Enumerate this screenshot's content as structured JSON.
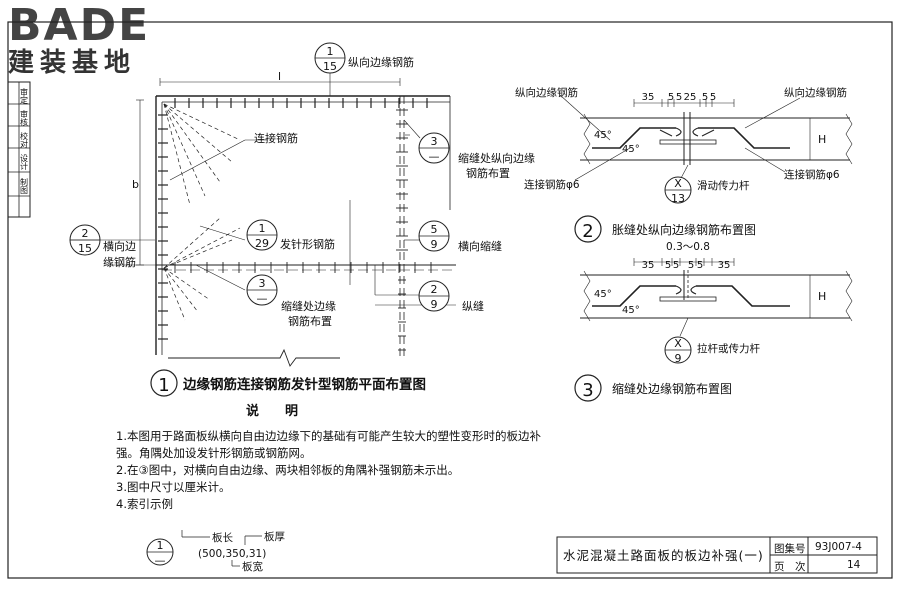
{
  "logo": {
    "text_latin": "BADE",
    "text_cn": "建装基地"
  },
  "left_strip": {
    "rows": [
      "审定",
      "审核",
      "校对",
      "设计",
      "制图"
    ]
  },
  "plan": {
    "axis_labels": {
      "length": "l",
      "width": "b"
    },
    "labels": {
      "longitudinal_edge_rebar": "纵向边缘钢筋",
      "connecting_rebar": "连接钢筋",
      "hairpin_rebar": "发针形钢筋",
      "shrink_joint_edge_rebar": "缩缝处边缘",
      "shrink_joint_edge_rebar2": "钢筋布置",
      "shrink_joint_edge_rebar_r": "缩缝处纵向边缘",
      "shrink_joint_edge_rebar_r2": "钢筋布置",
      "transverse_shrink_joint": "横向缩缝",
      "transverse_edge_rebar": "横向边",
      "transverse_edge_rebar2": "缘钢筋",
      "longitudinal_joint": "纵缝"
    },
    "callouts": [
      {
        "top": "1",
        "bottom": "15"
      },
      {
        "top": "2",
        "bottom": "15"
      },
      {
        "top": "1",
        "bottom": "29"
      },
      {
        "top": "3",
        "bottom": "—"
      },
      {
        "top": "3",
        "bottom": "—"
      },
      {
        "top": "5",
        "bottom": "9"
      },
      {
        "top": "2",
        "bottom": "9"
      }
    ],
    "figure_number": "1",
    "figure_title": "边缘钢筋连接钢筋发针型钢筋平面布置图"
  },
  "section2": {
    "label_left": "纵向边缘钢筋",
    "label_right": "纵向边缘钢筋",
    "dims": [
      "35",
      "5",
      "5",
      "25",
      "5",
      "5"
    ],
    "angle_top": "45°",
    "angle_bottom": "45°",
    "height_label": "H",
    "connect_left": "连接钢筋φ6",
    "connect_right": "连接钢筋φ6",
    "callout": {
      "top": "X",
      "bottom": "13"
    },
    "callout_label": "滑动传力杆",
    "figure_number": "2",
    "figure_title": "胀缝处纵向边缘钢筋布置图"
  },
  "section3": {
    "range": "0.3～0.8",
    "dims": [
      "35",
      "5",
      "5",
      "5",
      "5",
      "35"
    ],
    "angle_top": "45°",
    "angle_bottom": "45°",
    "height_label": "H",
    "callout": {
      "top": "X",
      "bottom": "9"
    },
    "callout_label": "拉杆或传力杆",
    "figure_number": "3",
    "figure_title": "缩缝处边缘钢筋布置图"
  },
  "notes": {
    "heading": "说　　明",
    "items": [
      "1.本图用于路面板纵横向自由边边缘下的基础有可能产生较大的塑性变形时的板边补强。角隅处加设发针形钢筋或钢筋网。",
      "2.在③图中，对横向自由边缘、两块相邻板的角隅补强钢筋未示出。",
      "3.图中尺寸以厘米计。",
      "4.索引示例"
    ],
    "index_example": {
      "callout": {
        "top": "1",
        "bottom": "—"
      },
      "board_length": "板长",
      "board_thickness": "板厚",
      "values": "(500,350,31)",
      "board_width": "板宽"
    }
  },
  "title_block": {
    "title": "水泥混凝土路面板的板边补强(一)",
    "atlas_label": "图集号",
    "atlas_no": "93J007-4",
    "page_label": "页　次",
    "page_no": "14"
  }
}
